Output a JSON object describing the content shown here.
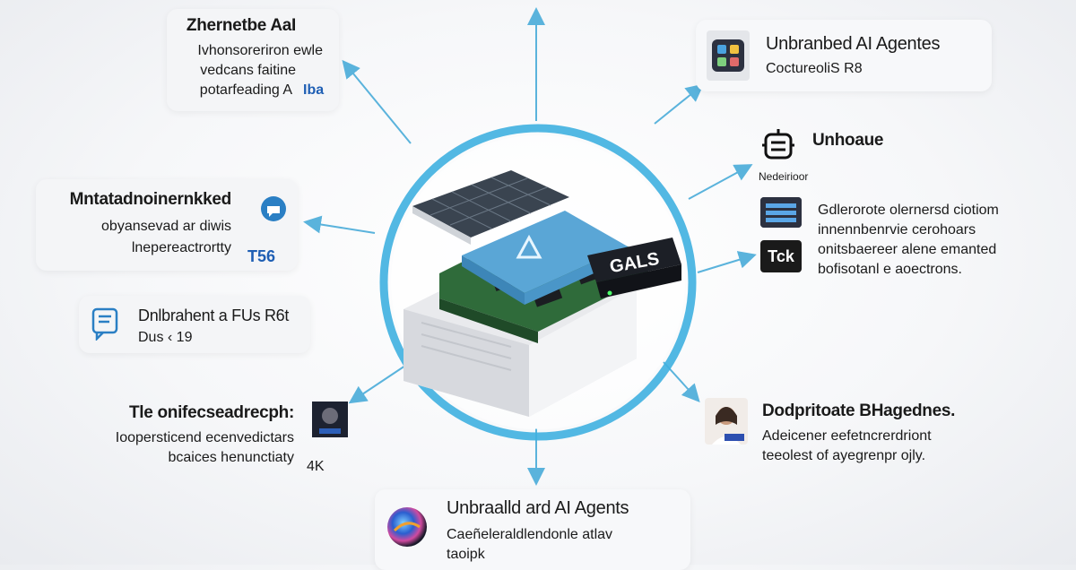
{
  "cards": {
    "top_left": {
      "title": "Zhernetbe AaI",
      "lines": [
        "Ivhonsoreriron ewle",
        "vedcans faitine",
        "potarfeading A"
      ],
      "badge": "Iba"
    },
    "mid_left": {
      "title": "Mntatadnoinernkked",
      "lines": [
        "obyansevad ar diwis",
        "lnepereactrortty"
      ],
      "badge": "T56"
    },
    "lower_left": {
      "title": "Dnlbrahent a FUs R6t",
      "lines": [
        "Dus ‹ 19"
      ]
    },
    "bottom_left": {
      "title": "Tle onifecseadrecph:",
      "lines": [
        "Ioopersticend ecenvedictars",
        "bcaices henunctiaty"
      ],
      "badge": "4K"
    },
    "top_right": {
      "title": "Unbranbed AI Agentes",
      "lines": [
        "CoctureoliS R8"
      ]
    },
    "mid_right": {
      "title": "Unhoaue",
      "caption": "Nedeirioor",
      "lines": [
        "Gdlerorote olernersd ciotiom",
        "innennbenrvie cerohoars",
        "onitsbaereer alene emanted",
        "bofisotanl e aoectrons."
      ],
      "badge": "Tck"
    },
    "bottom_right": {
      "title": "Dodpritoate BHagednes.",
      "lines": [
        "Adeicener eefetncrerdriont",
        "teeolest of ayegrenpr ojly."
      ]
    },
    "bottom_center": {
      "title": "Unbraalld ard AI Agents",
      "lines": [
        "Caeñeleraldlendonle atlav",
        "taoipk"
      ]
    }
  },
  "device": {
    "label": "GALS"
  },
  "colors": {
    "ring": "#3fb0e0",
    "connector": "#5ab3dc",
    "accent_blue": "#1f5fb4",
    "card_bg": "#f4f5f7",
    "chip_dark": "#2c3140"
  },
  "icons": [
    "document-chat-icon",
    "app-grid-icon",
    "robot-icon",
    "server-icon",
    "video-thumbnail-icon",
    "portrait-icon",
    "globe-icon",
    "browser-window-icon",
    "cube-logo-icon"
  ]
}
